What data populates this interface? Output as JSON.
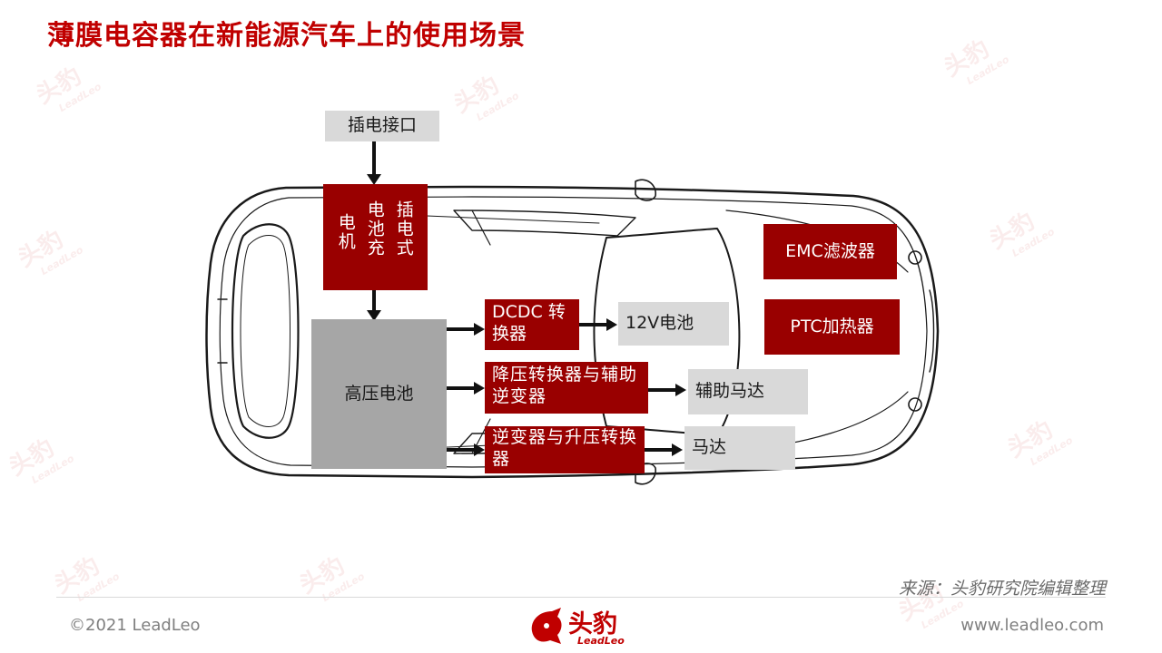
{
  "title": "薄膜电容器在新能源汽车上的使用场景",
  "watermark": {
    "cn": "头豹",
    "en": "LeadLeo"
  },
  "diagram": {
    "charging_port": "插电接口",
    "charger": {
      "col1": "电机",
      "col2": "电池充",
      "col3": "插电式"
    },
    "hv_battery": "高压电池",
    "dcdc": "DCDC 转换器",
    "battery_12v": "12V电池",
    "buck_aux_inverter": "降压转换器与辅助逆变器",
    "aux_motor": "辅助马达",
    "inverter_boost": "逆变器与升压转换器",
    "motor": "马达",
    "emc_filter": "EMC滤波器",
    "ptc_heater": "PTC加热器"
  },
  "source": "来源：头豹研究院编辑整理",
  "footer": {
    "copyright": "©2021 LeadLeo",
    "url": "www.leadleo.com",
    "logo_cn": "头豹",
    "logo_en": "LeadLeo"
  },
  "colors": {
    "accent": "#c00000",
    "box_red": "#990000",
    "box_grey": "#d9d9d9",
    "battery_grey": "#a6a6a6"
  }
}
